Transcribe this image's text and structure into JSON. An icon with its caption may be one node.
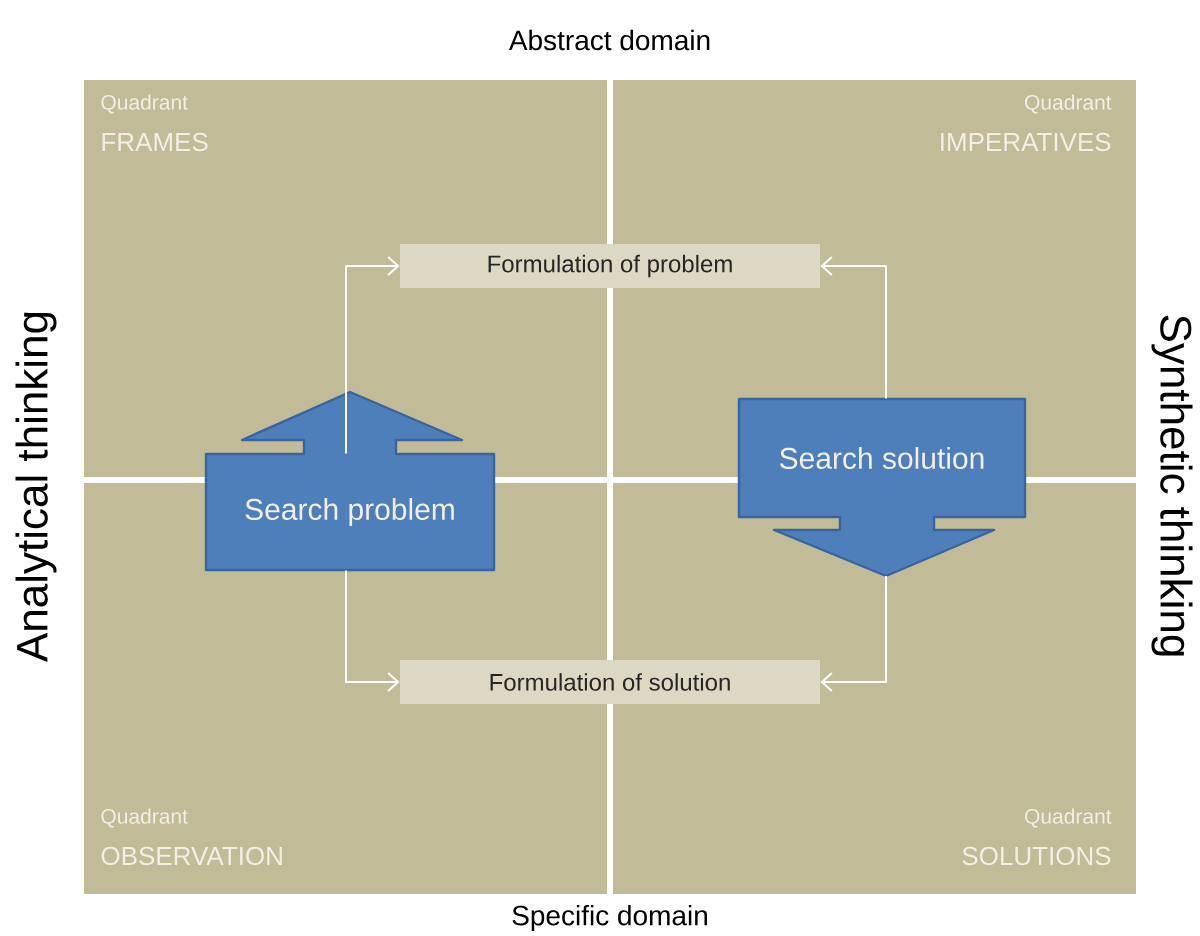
{
  "diagram": {
    "nodes": [
      {
        "text": [
          "Formulation of problem"
        ]
      },
      {
        "text": [
          "Formulation of solution"
        ]
      },
      {
        "text": [
          "Search problem"
        ]
      },
      {
        "text": [
          "Search solution"
        ]
      }
    ],
    "edges": [
      {
        "from": 2,
        "to": 0,
        "arrow": "to"
      },
      {
        "from": 2,
        "to": 1,
        "arrow": "to"
      },
      {
        "from": 3,
        "to": 0,
        "arrow": "to"
      },
      {
        "from": 3,
        "to": 1,
        "arrow": "to"
      }
    ],
    "labels": [
      "Abstract domain",
      "Quadrant",
      "FRAMES",
      "Quadrant",
      "IMPERATIVES",
      "Analytical thinking",
      "Synthetic thinking",
      "Quadrant",
      "OBSERVATION",
      "Quadrant",
      "SOLUTIONS",
      "Specific domain"
    ]
  }
}
